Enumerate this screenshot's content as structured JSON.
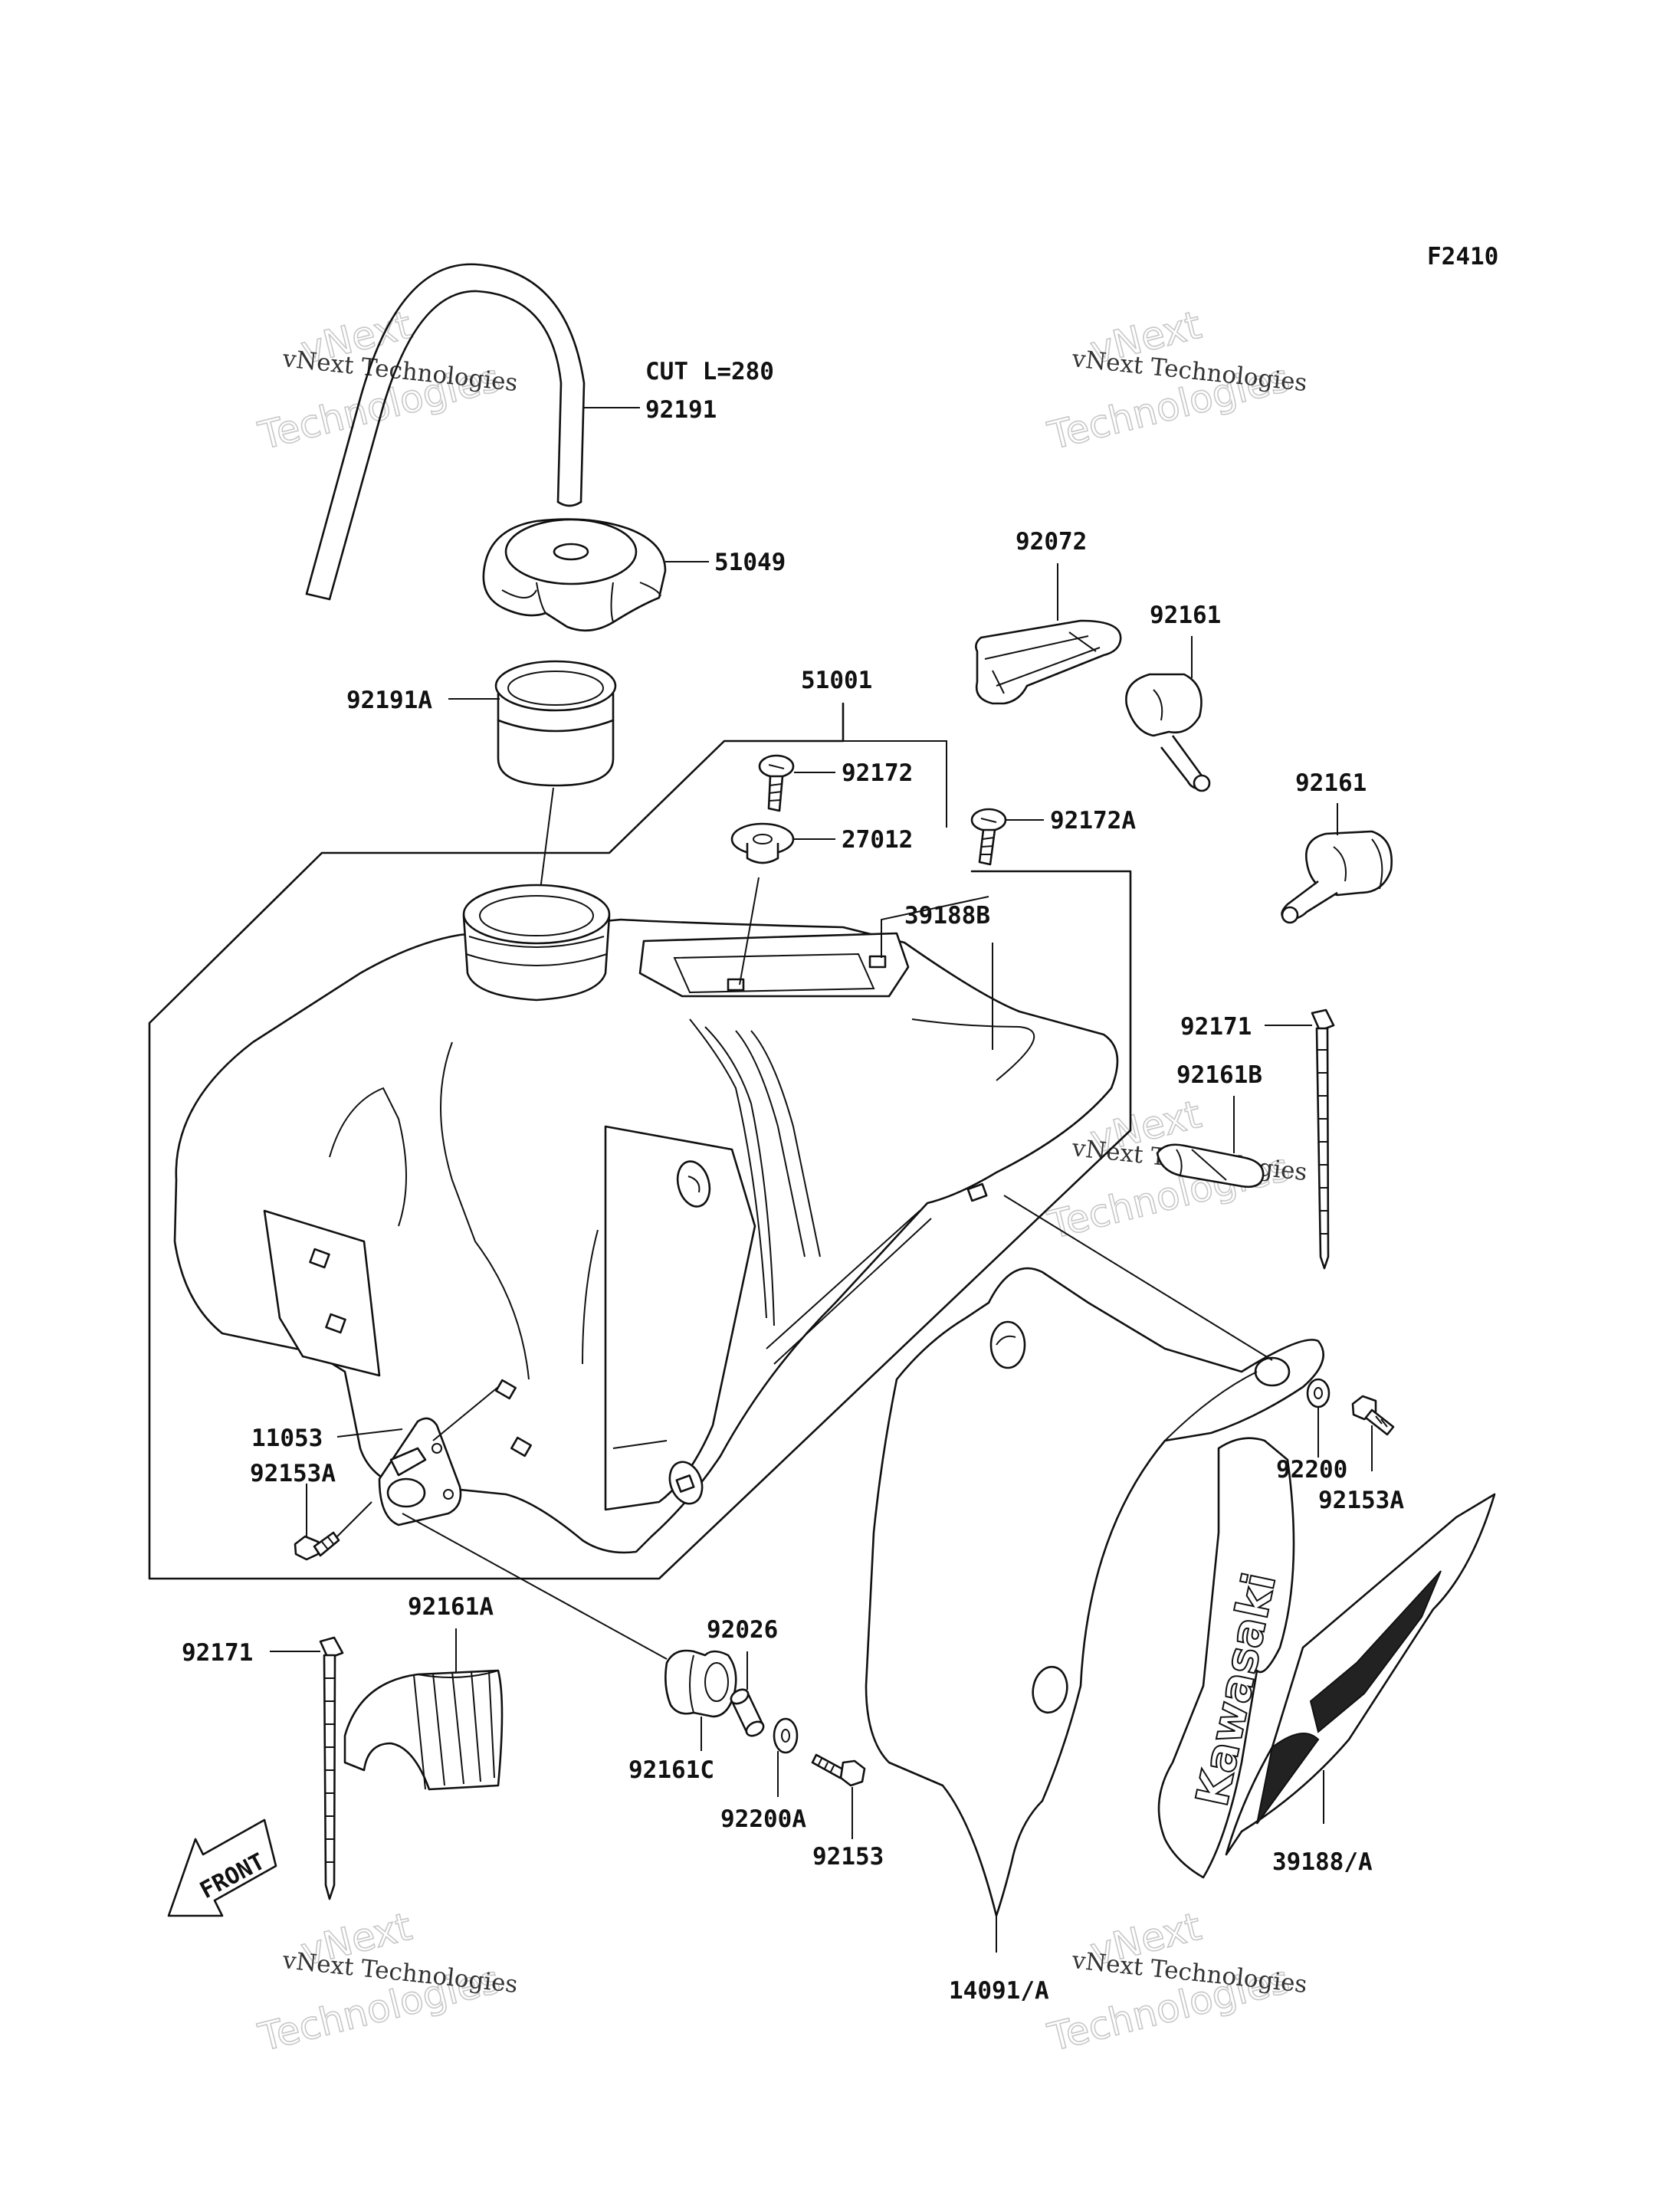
{
  "diagram": {
    "ref_code": "F2410",
    "cut_note": "CUT L=280",
    "front_label": "FRONT",
    "brand_text": "Kawasaki",
    "watermark": {
      "line1": "vNext Technologies",
      "line2_top": "vNext",
      "line2_bottom": "Technologies"
    },
    "parts": {
      "p92191": "92191",
      "p51049": "51049",
      "p92191A": "92191A",
      "p51001": "51001",
      "p92172": "92172",
      "p27012": "27012",
      "p92172A": "92172A",
      "p39188B": "39188B",
      "p92072": "92072",
      "p92161_1": "92161",
      "p92161_2": "92161",
      "p92171_1": "92171",
      "p92161B": "92161B",
      "p11053": "11053",
      "p92153A_1": "92153A",
      "p92200": "92200",
      "p92153A_2": "92153A",
      "p92161A": "92161A",
      "p92171_2": "92171",
      "p92026": "92026",
      "p92161C": "92161C",
      "p92200A": "92200A",
      "p92153": "92153",
      "p14091A": "14091/A",
      "p39188A": "39188/A"
    }
  }
}
